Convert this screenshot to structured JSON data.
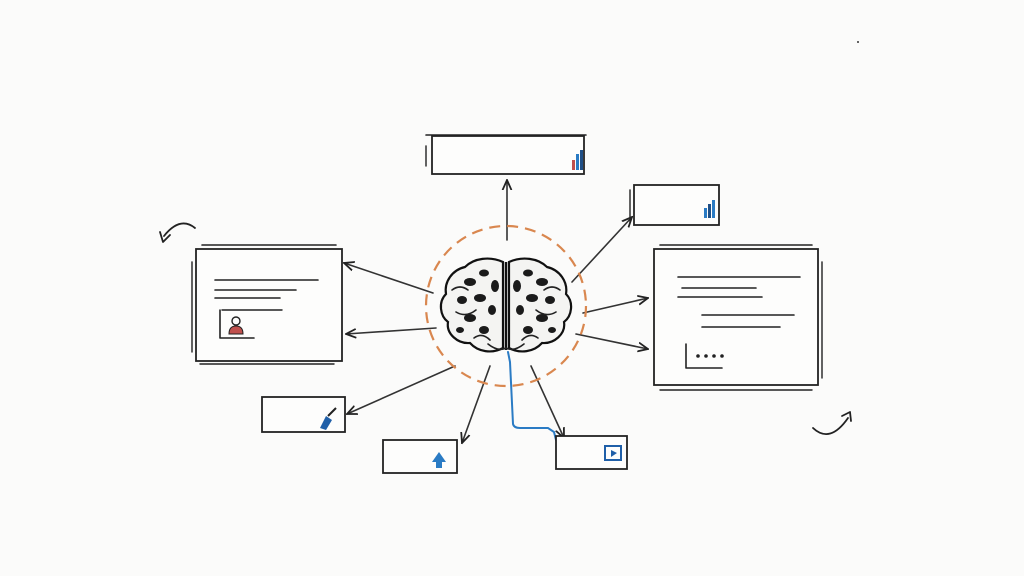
{
  "diagram": {
    "title": "",
    "center_node": {
      "icon": "brain-icon"
    },
    "nodes": [
      {
        "id": "top-chart-card",
        "icon": "bar-chart-icon"
      },
      {
        "id": "top-right-chart-card",
        "icon": "bar-chart-icon"
      },
      {
        "id": "left-profile-card",
        "icon": "person-icon"
      },
      {
        "id": "right-document-card",
        "icon": "text-lines-icon"
      },
      {
        "id": "bottom-left-card",
        "icon": "brush-icon"
      },
      {
        "id": "bottom-center-card",
        "icon": "upload-arrow-icon"
      },
      {
        "id": "bottom-right-card",
        "icon": "play-window-icon"
      }
    ],
    "colors": {
      "ink": "#222222",
      "halo": "#d9874f",
      "accent_blue": "#2a7bc4",
      "accent_red": "#c0504d",
      "paper": "#fbfbfa"
    }
  }
}
